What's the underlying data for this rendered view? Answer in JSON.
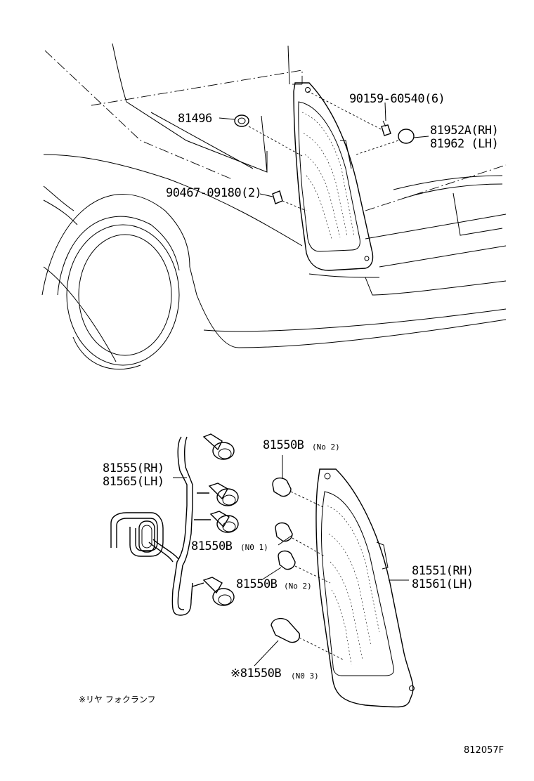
{
  "upper": {
    "labels": {
      "p81496": "81496",
      "p90159": "90159-60540(6)",
      "p81952": "81952A(RH)",
      "p81962": "81962 (LH)",
      "p90467": "90467-09180(2)"
    }
  },
  "lower": {
    "labels": {
      "p81555": "81555(RH)",
      "p81565": "81565(LH)",
      "p81550b_top": "81550B",
      "p81550b_top_note": "(No 2)",
      "p81550b_mid1": "81550B",
      "p81550b_mid1_note": "(N0  1)",
      "p81550b_mid2": "81550B",
      "p81550b_mid2_note": "(No 2)",
      "p81550b_bot": "※81550B",
      "p81550b_bot_note": "(N0  3)",
      "p81551": "81551(RH)",
      "p81561": "81561(LH)"
    }
  },
  "footnote": "※リヤ フォクランフ",
  "diagram_code": "812057F"
}
